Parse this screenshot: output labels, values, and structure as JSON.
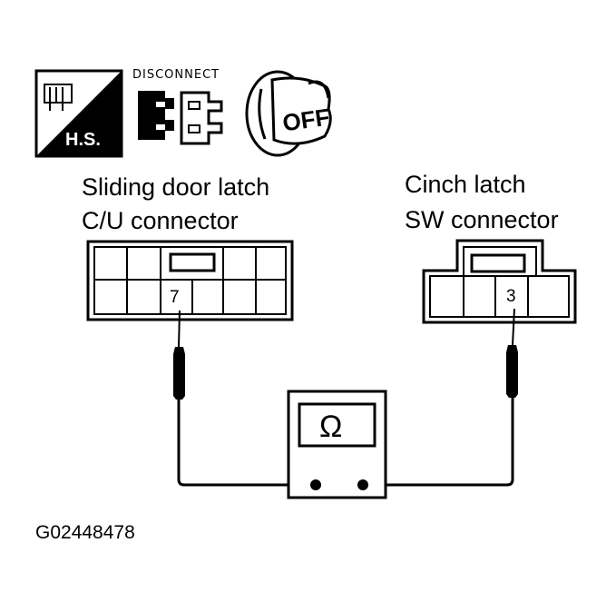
{
  "icons": {
    "harness_label": "H.S.",
    "disconnect_label": "DISCONNECT",
    "key_label": "OFF"
  },
  "left_connector": {
    "label_line1": "Sliding door latch",
    "label_line2": "C/U connector",
    "pin": "7"
  },
  "right_connector": {
    "label_line1": "Cinch latch",
    "label_line2": "SW connector",
    "pin": "3"
  },
  "meter": {
    "symbol": "Ω"
  },
  "figure_id": "G02448478"
}
